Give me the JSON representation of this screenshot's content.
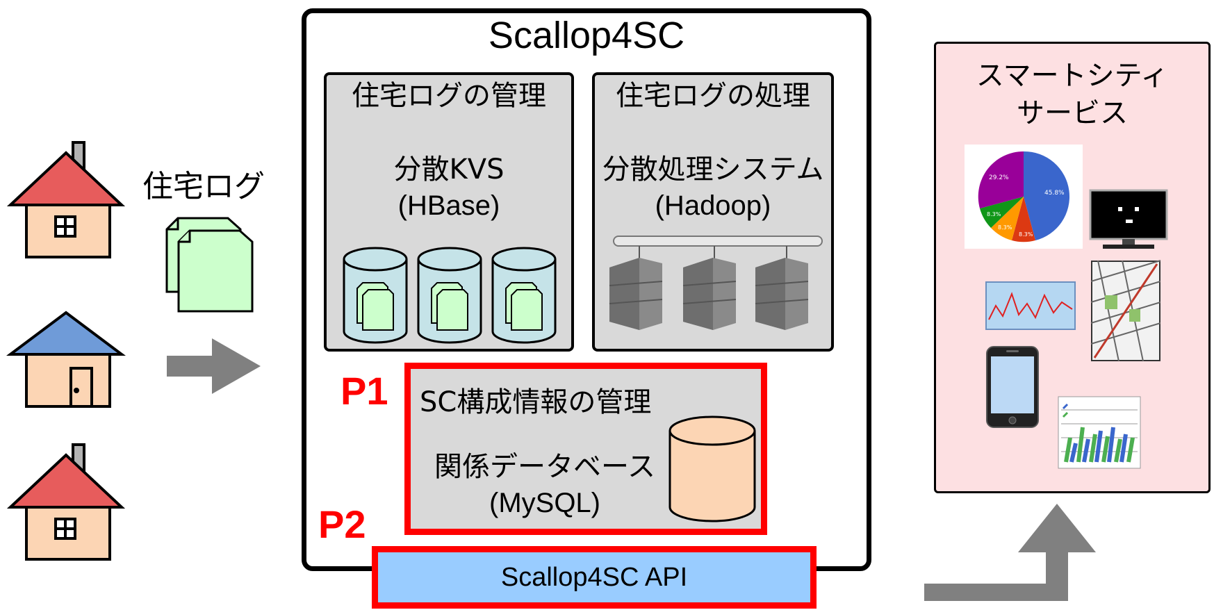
{
  "residential_log_label": "住宅ログ",
  "system": {
    "title": "Scallop4SC",
    "log_management": {
      "heading": "住宅ログの管理",
      "tech": "分散KVS",
      "product": "(HBase)"
    },
    "log_processing": {
      "heading": "住宅ログの処理",
      "tech": "分散処理システム",
      "product": "(Hadoop)"
    },
    "config_management": {
      "heading": "SC構成情報の管理",
      "tech": "関係データベース",
      "product": "(MySQL)"
    },
    "api_label": "Scallop4SC API"
  },
  "markers": {
    "p1": "P1",
    "p2": "P2"
  },
  "services": {
    "title_line1": "スマートシティ",
    "title_line2": "サービス",
    "pie_labels": [
      "29.2%",
      "45.8%",
      "8.3%",
      "8.3%",
      "8.3%"
    ]
  },
  "colors": {
    "red_highlight": "#ff0000",
    "api_fill": "#99ccff",
    "panel_fill": "#d9d9d9",
    "service_fill": "#fde0e2",
    "db_fill": "#fcd5b4",
    "kvs_fill": "#c5e3e8",
    "doc_fill": "#ccffcc",
    "arrow": "#808080"
  }
}
